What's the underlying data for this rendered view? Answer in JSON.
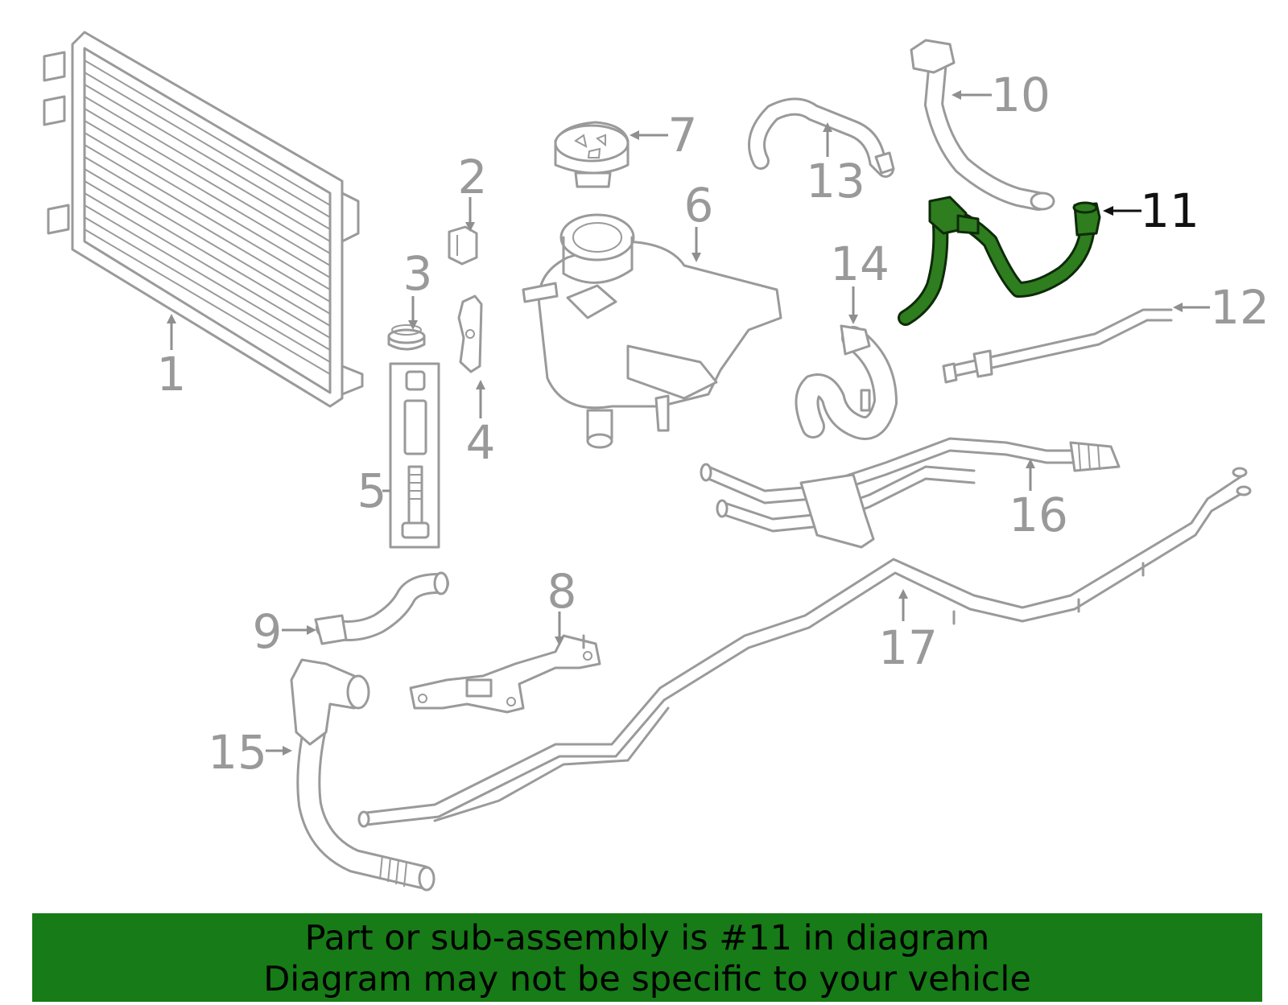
{
  "diagram": {
    "highlighted_part": "11",
    "colors": {
      "highlight": "#2e7d1e",
      "parts": "#9a9a9a",
      "banner": "#177b17"
    },
    "callouts": [
      "1",
      "2",
      "3",
      "4",
      "5",
      "6",
      "7",
      "8",
      "9",
      "10",
      "11",
      "12",
      "13",
      "14",
      "15",
      "16",
      "17"
    ]
  },
  "banner": {
    "line1": "Part or sub-assembly is #11 in diagram",
    "line2": "Diagram may not be specific to your vehicle"
  }
}
